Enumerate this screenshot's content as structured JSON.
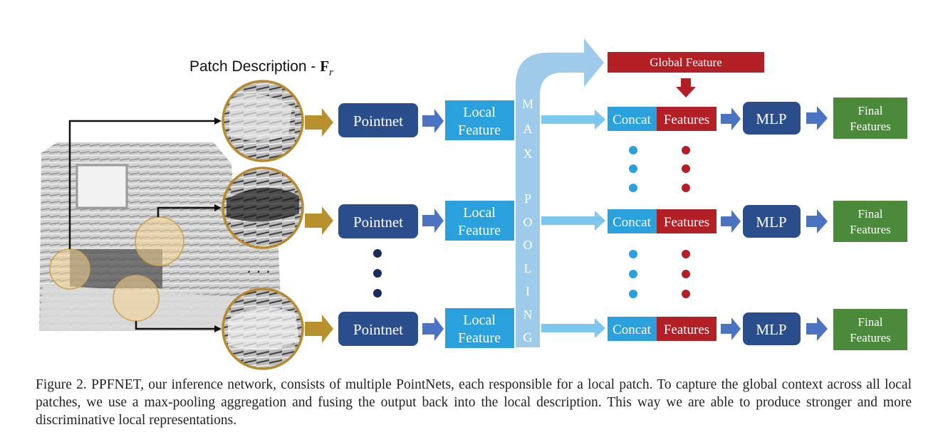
{
  "title": {
    "text": "Patch Description - ",
    "symbol": "F",
    "subscript": "r"
  },
  "labels": {
    "pointnet": "Pointnet",
    "local_feature_line1": "Local",
    "local_feature_line2": "Feature",
    "max_pooling_letters": [
      "M",
      "A",
      "X",
      "",
      "P",
      "O",
      "O",
      "L",
      "I",
      "N",
      "G"
    ],
    "global_feature": "Global Feature",
    "concat": "Concat",
    "features": "Features",
    "mlp": "MLP",
    "final_line1": "Final",
    "final_line2": "Features",
    "ellipsis": "· · ·"
  },
  "rows": [
    {
      "id": "row-1"
    },
    {
      "id": "row-2"
    },
    {
      "id": "row-3"
    }
  ],
  "colors": {
    "pointnet_blue": "#2a4e8c",
    "local_feature_cyan": "#2aa1dc",
    "max_pool_blue": "#9fcbea",
    "global_red": "#b21f24",
    "concat_cyan": "#2aa1dc",
    "features_red": "#b21f24",
    "mlp_blue": "#2a4e8c",
    "final_green": "#4a8a3a",
    "gold_arrow": "#b8902e",
    "blue_arrow": "#4a73c2",
    "light_arrow": "#7dc6ee",
    "patch_circle": "#b88a2e",
    "dot_navy": "#1a2a5e",
    "dot_cyan": "#2aa1dc",
    "dot_red": "#b21f24"
  },
  "caption": "Figure 2. PPFNET, our inference network, consists of multiple PointNets, each responsible for a local patch. To capture the global context across all local patches, we use a max-pooling aggregation and fusing the output back into the local description. This way we are able to produce stronger and more discriminative local representations."
}
